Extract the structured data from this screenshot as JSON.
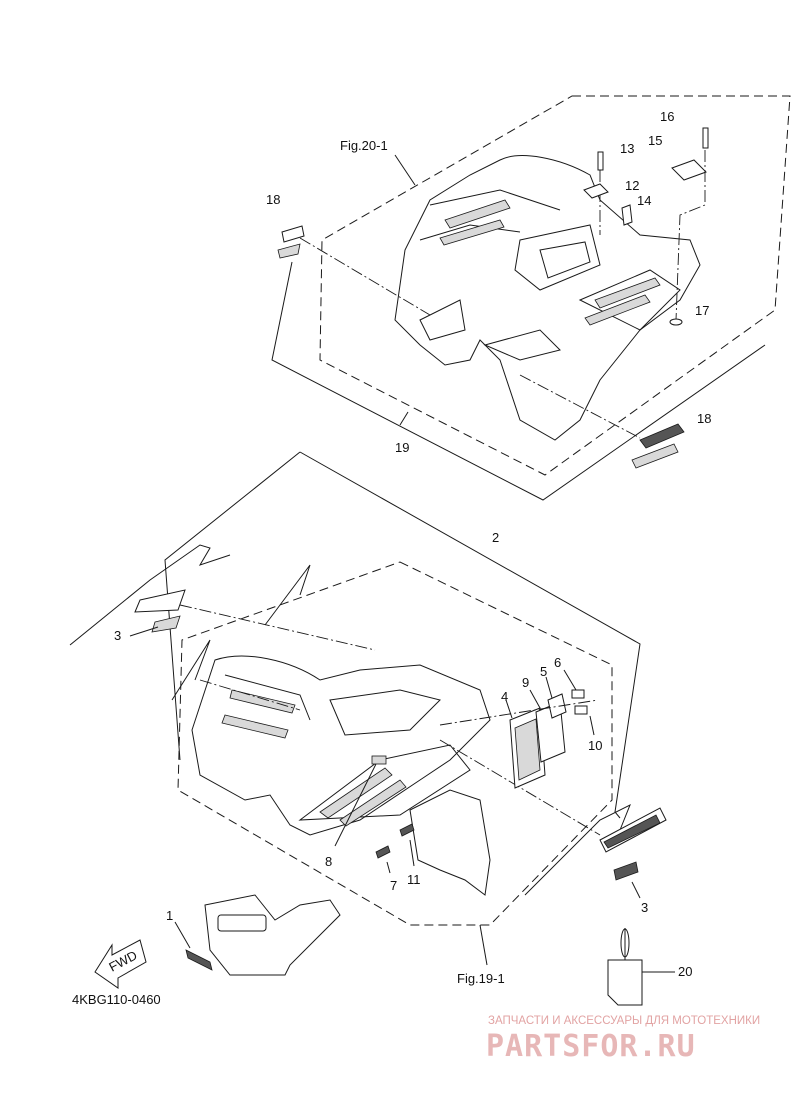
{
  "figure_code": "4KBG110-0460",
  "refs": {
    "fig20": "Fig.20-1",
    "fig19": "Fig.19-1"
  },
  "callouts": [
    {
      "id": "c1",
      "text": "1"
    },
    {
      "id": "c2",
      "text": "2"
    },
    {
      "id": "c3a",
      "text": "3"
    },
    {
      "id": "c3b",
      "text": "3"
    },
    {
      "id": "c4",
      "text": "4"
    },
    {
      "id": "c5",
      "text": "5"
    },
    {
      "id": "c6",
      "text": "6"
    },
    {
      "id": "c7",
      "text": "7"
    },
    {
      "id": "c8",
      "text": "8"
    },
    {
      "id": "c9",
      "text": "9"
    },
    {
      "id": "c10",
      "text": "10"
    },
    {
      "id": "c11",
      "text": "11"
    },
    {
      "id": "c12",
      "text": "12"
    },
    {
      "id": "c13",
      "text": "13"
    },
    {
      "id": "c14",
      "text": "14"
    },
    {
      "id": "c15",
      "text": "15"
    },
    {
      "id": "c16",
      "text": "16"
    },
    {
      "id": "c17",
      "text": "17"
    },
    {
      "id": "c18a",
      "text": "18"
    },
    {
      "id": "c18b",
      "text": "18"
    },
    {
      "id": "c19",
      "text": "19"
    },
    {
      "id": "c20",
      "text": "20"
    }
  ],
  "fwd_label": "FWD",
  "watermark": {
    "tagline": "ЗАПЧАСТИ И АКСЕССУАРЫ ДЛЯ МОТОТЕХНИКИ",
    "brand": "PARTSFOR.RU"
  },
  "colors": {
    "line": "#1a1a1a",
    "watermark": "#e2a3a3"
  }
}
